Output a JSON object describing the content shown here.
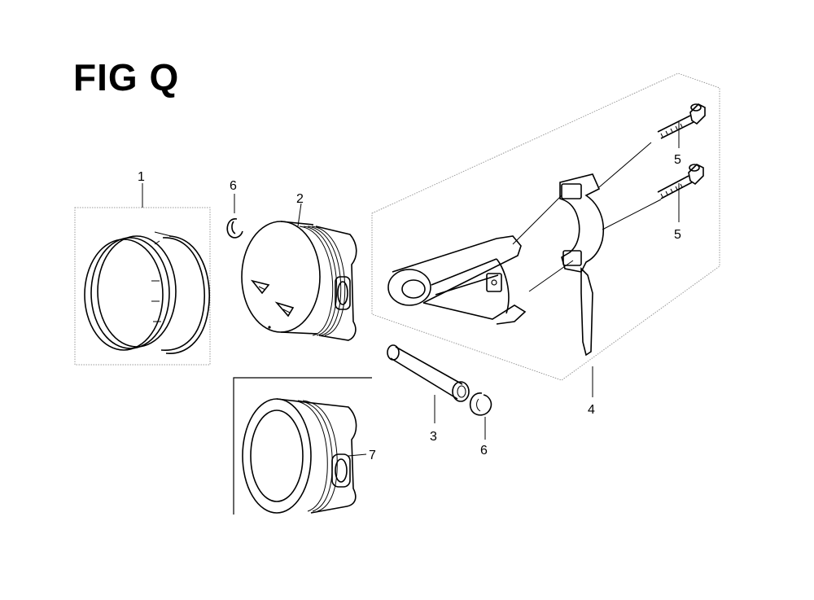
{
  "figure": {
    "title": "FIG Q"
  },
  "callouts": [
    {
      "id": "piston-rings",
      "label": "1"
    },
    {
      "id": "piston",
      "label": "2"
    },
    {
      "id": "piston-pin",
      "label": "3"
    },
    {
      "id": "connecting-rod",
      "label": "4"
    },
    {
      "id": "rod-bolt-upper",
      "label": "5"
    },
    {
      "id": "rod-bolt-lower",
      "label": "5"
    },
    {
      "id": "pin-clip-upper",
      "label": "6"
    },
    {
      "id": "pin-clip-lower",
      "label": "6"
    },
    {
      "id": "piston-alt",
      "label": "7"
    }
  ]
}
